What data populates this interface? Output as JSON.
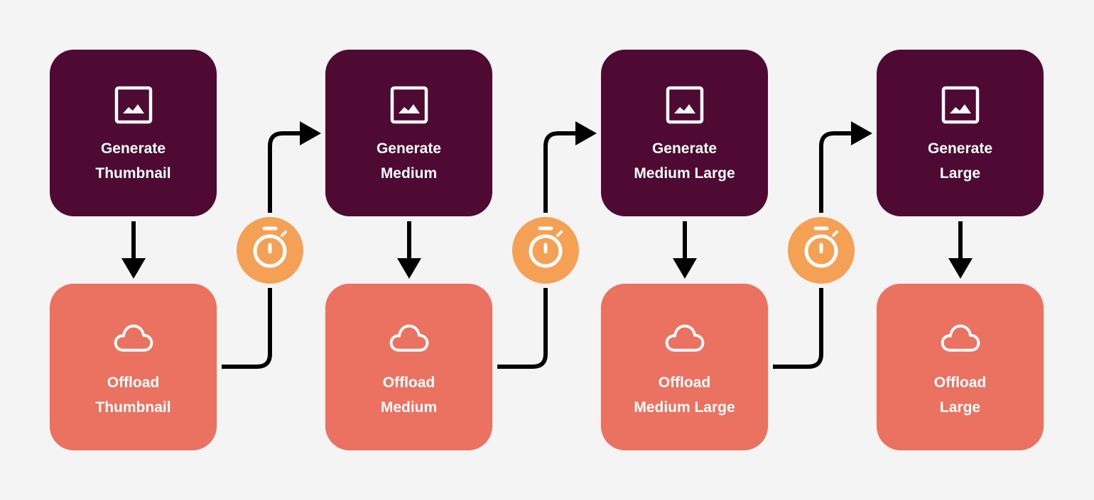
{
  "colors": {
    "background": "#f4f4f4",
    "generate_box": "#4e0a33",
    "offload_box": "#eb7160",
    "timer_circle": "#f4a055",
    "arrow": "#000000",
    "text": "#ffffff"
  },
  "stages": [
    {
      "generate": {
        "line1": "Generate",
        "line2": "Thumbnail",
        "icon": "image-icon"
      },
      "offload": {
        "line1": "Offload",
        "line2": "Thumbnail",
        "icon": "cloud-icon"
      }
    },
    {
      "generate": {
        "line1": "Generate",
        "line2": "Medium",
        "icon": "image-icon"
      },
      "offload": {
        "line1": "Offload",
        "line2": "Medium",
        "icon": "cloud-icon"
      }
    },
    {
      "generate": {
        "line1": "Generate",
        "line2": "Medium Large",
        "icon": "image-icon"
      },
      "offload": {
        "line1": "Offload",
        "line2": "Medium Large",
        "icon": "cloud-icon"
      }
    },
    {
      "generate": {
        "line1": "Generate",
        "line2": "Large",
        "icon": "image-icon"
      },
      "offload": {
        "line1": "Offload",
        "line2": "Large",
        "icon": "cloud-icon"
      }
    }
  ],
  "timers": [
    {
      "icon": "stopwatch-icon"
    },
    {
      "icon": "stopwatch-icon"
    },
    {
      "icon": "stopwatch-icon"
    }
  ]
}
